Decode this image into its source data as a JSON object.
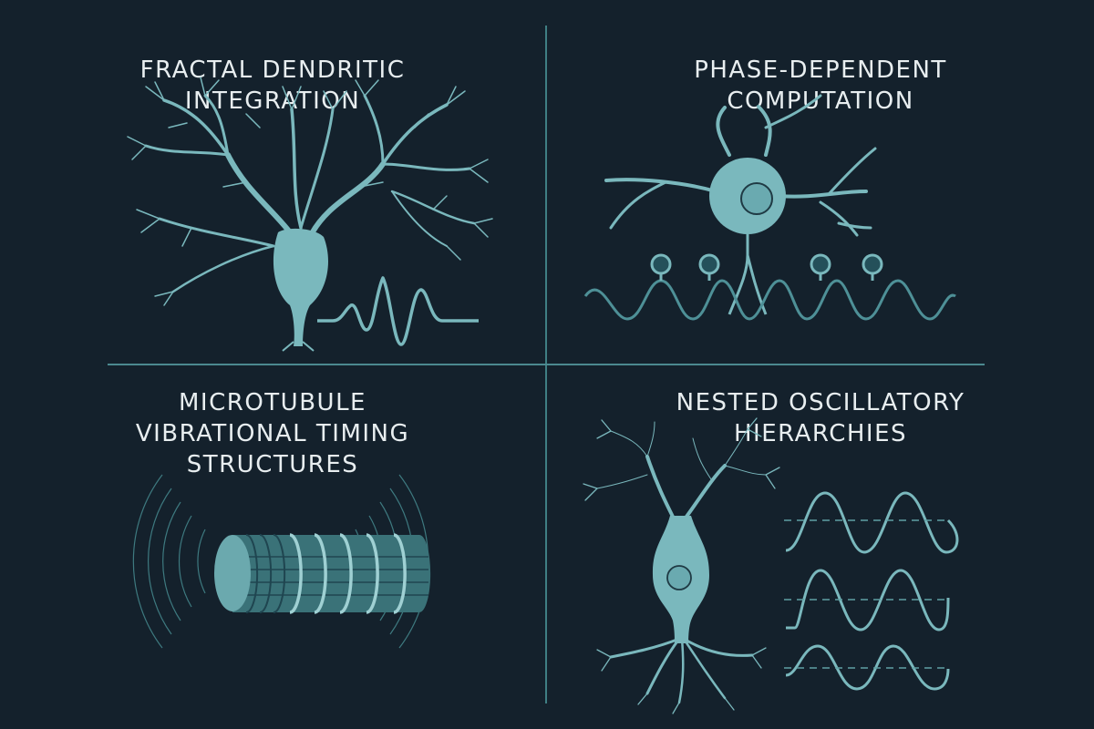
{
  "colors": {
    "background": "#14212c",
    "accent": "#7ab8bd",
    "accent_dark": "#3e7a80",
    "divider": "#4c8990",
    "title_text": "#e8eef0"
  },
  "panels": [
    {
      "id": "top-left",
      "title_lines": [
        "FRACTAL DENDRITIC",
        "INTEGRATION"
      ],
      "illustration": "branching-dendritic-neuron-with-wave-packet"
    },
    {
      "id": "top-right",
      "title_lines": [
        "PHASE-DEPENDENT",
        "COMPUTATION"
      ],
      "illustration": "neuron-with-four-phase-markers-on-oscillation"
    },
    {
      "id": "bottom-left",
      "title_lines": [
        "MICROTUBULE",
        "VIBRATIONAL TIMING",
        "STRUCTURES"
      ],
      "illustration": "segmented-microtubule-cylinder-with-concentric-vibration-arcs"
    },
    {
      "id": "bottom-right",
      "title_lines": [
        "NESTED OSCILLATORY",
        "HIERARCHIES"
      ],
      "illustration": "bipolar-neuron-with-three-stacked-sine-waves"
    }
  ]
}
